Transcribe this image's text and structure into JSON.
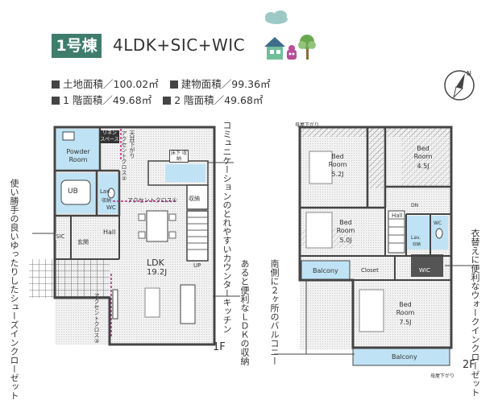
{
  "header": {
    "badge": "1号棟",
    "layout": "4LDK+SIC+WIC"
  },
  "specs": {
    "land_area": "土地面積／100.02㎡",
    "building_area": "建物面積／99.36㎡",
    "floor1_area": "1 階面積／49.68㎡",
    "floor2_area": "2 階面積／49.68㎡"
  },
  "annotations": {
    "kitchen": "コミュニケーションのとれやすいカウンターキッチン",
    "shoes": "使い勝手の良いゆったりしたシューズインクローゼット",
    "storage": "あると便利なＬＤＫの収納",
    "balcony": "南側に２ヶ所のバルコニー",
    "wic": "衣替えに便利なウォークインクローゼット"
  },
  "floor1": {
    "label": "1F",
    "rooms": {
      "powder_room": "Powder Room",
      "linen_space": "リネン スペース",
      "ub": "UB",
      "lav": "Lav.",
      "lav_sub": "収納",
      "wc": "WC",
      "hall": "Hall",
      "genkan": "玄関",
      "sic": "SIC",
      "ldk": "LDK",
      "ldk_size": "19.2J",
      "storage": "収納",
      "floor_storage": "床下 収納",
      "up": "UP",
      "accent_cross_1": "アクセントクロス①",
      "accent_cross_2": "アクセントクロス②",
      "accent_cross_3": "アクセントクロス③",
      "ceiling_down": "天井下がり"
    }
  },
  "floor2": {
    "label": "2F",
    "rooms": {
      "bed_a": "Bed Room",
      "bed_a_size": "5.2J",
      "bed_b": "Bed Room",
      "bed_b_size": "4.5J",
      "bed_c": "Bed Room",
      "bed_c_size": "5.0J",
      "bed_d": "Bed Room",
      "bed_d_size": "7.5J",
      "hall": "Hall",
      "balcony_a": "Balcony",
      "balcony_b": "Balcony",
      "closet": "Closet",
      "wic": "WIC",
      "lav": "Lav.",
      "lav_sub": "収納",
      "wc": "WC",
      "dn": "DN",
      "eaves_top": "母屋下がり",
      "eaves_bottom": "母屋下がり"
    }
  },
  "colors": {
    "accent_green": "#3e7d6c",
    "water_blue": "#bfe3f4",
    "wall": "#444444",
    "accent_cross": "#b0287a"
  },
  "icons": [
    "house-icon",
    "family-icon",
    "tree-icon",
    "cloud-icon",
    "compass-icon"
  ]
}
